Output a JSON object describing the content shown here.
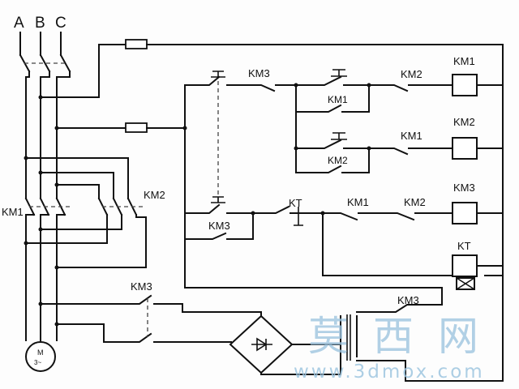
{
  "phases": [
    "A",
    "B",
    "C"
  ],
  "labels": {
    "km1": "KM1",
    "km2": "KM2",
    "km3": "KM3",
    "kt": "KT"
  },
  "motor": {
    "symbol": "M",
    "sub": "3~"
  },
  "watermark": {
    "chars": "莫西网",
    "url": "www.3dmox.com"
  }
}
